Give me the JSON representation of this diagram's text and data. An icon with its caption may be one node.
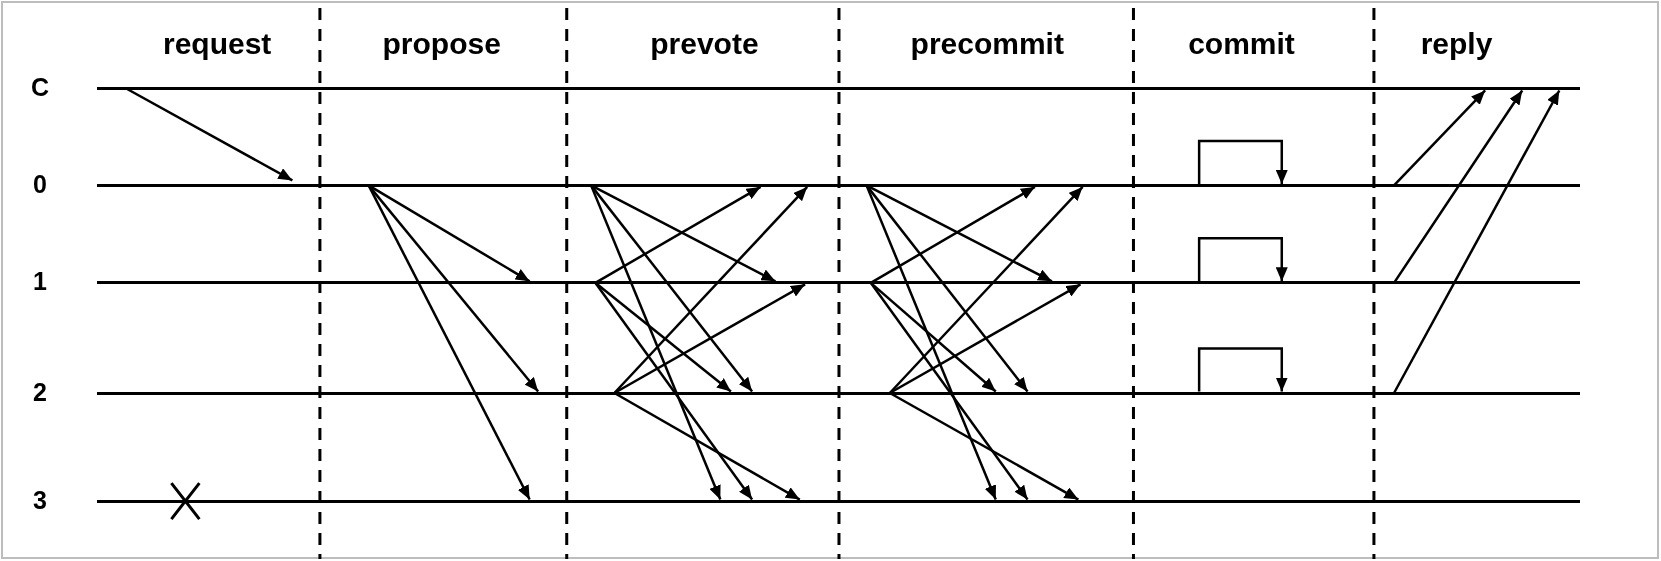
{
  "diagram": {
    "nodes": [
      {
        "text": [
          "C"
        ]
      },
      {
        "text": [
          "0"
        ]
      },
      {
        "text": [
          "1"
        ]
      },
      {
        "text": [
          "2"
        ]
      },
      {
        "text": [
          "3"
        ]
      }
    ],
    "edges": [
      {
        "from": 0,
        "to": 1,
        "arrow": "to"
      },
      {
        "from": 1,
        "to": 2,
        "arrow": "to"
      },
      {
        "from": 1,
        "to": 3,
        "arrow": "to"
      },
      {
        "from": 1,
        "to": 4,
        "arrow": "to"
      },
      {
        "from": 1,
        "to": 2,
        "arrow": "to"
      },
      {
        "from": 1,
        "to": 3,
        "arrow": "to"
      },
      {
        "from": 1,
        "to": 4,
        "arrow": "to"
      },
      {
        "from": 2,
        "to": 1,
        "arrow": "to"
      },
      {
        "from": 2,
        "to": 3,
        "arrow": "to"
      },
      {
        "from": 2,
        "to": 4,
        "arrow": "to"
      },
      {
        "from": 3,
        "to": 1,
        "arrow": "to"
      },
      {
        "from": 3,
        "to": 2,
        "arrow": "to"
      },
      {
        "from": 3,
        "to": 4,
        "arrow": "to"
      },
      {
        "from": 1,
        "to": 2,
        "arrow": "to"
      },
      {
        "from": 1,
        "to": 3,
        "arrow": "to"
      },
      {
        "from": 1,
        "to": 4,
        "arrow": "to"
      },
      {
        "from": 2,
        "to": 1,
        "arrow": "to"
      },
      {
        "from": 2,
        "to": 3,
        "arrow": "to"
      },
      {
        "from": 2,
        "to": 4,
        "arrow": "to"
      },
      {
        "from": 3,
        "to": 1,
        "arrow": "to"
      },
      {
        "from": 3,
        "to": 2,
        "arrow": "to"
      },
      {
        "from": 3,
        "to": 4,
        "arrow": "to"
      },
      {
        "from": 1,
        "to": 1,
        "arrow": "to"
      },
      {
        "from": 2,
        "to": 2,
        "arrow": "to"
      },
      {
        "from": 3,
        "to": 3,
        "arrow": "to"
      },
      {
        "from": 1,
        "to": 0,
        "arrow": "to"
      },
      {
        "from": 2,
        "to": 0,
        "arrow": "to"
      },
      {
        "from": 3,
        "to": 0,
        "arrow": "to"
      }
    ],
    "labels": [
      "request",
      "propose",
      "prevote",
      "precommit",
      "commit",
      "reply"
    ]
  }
}
